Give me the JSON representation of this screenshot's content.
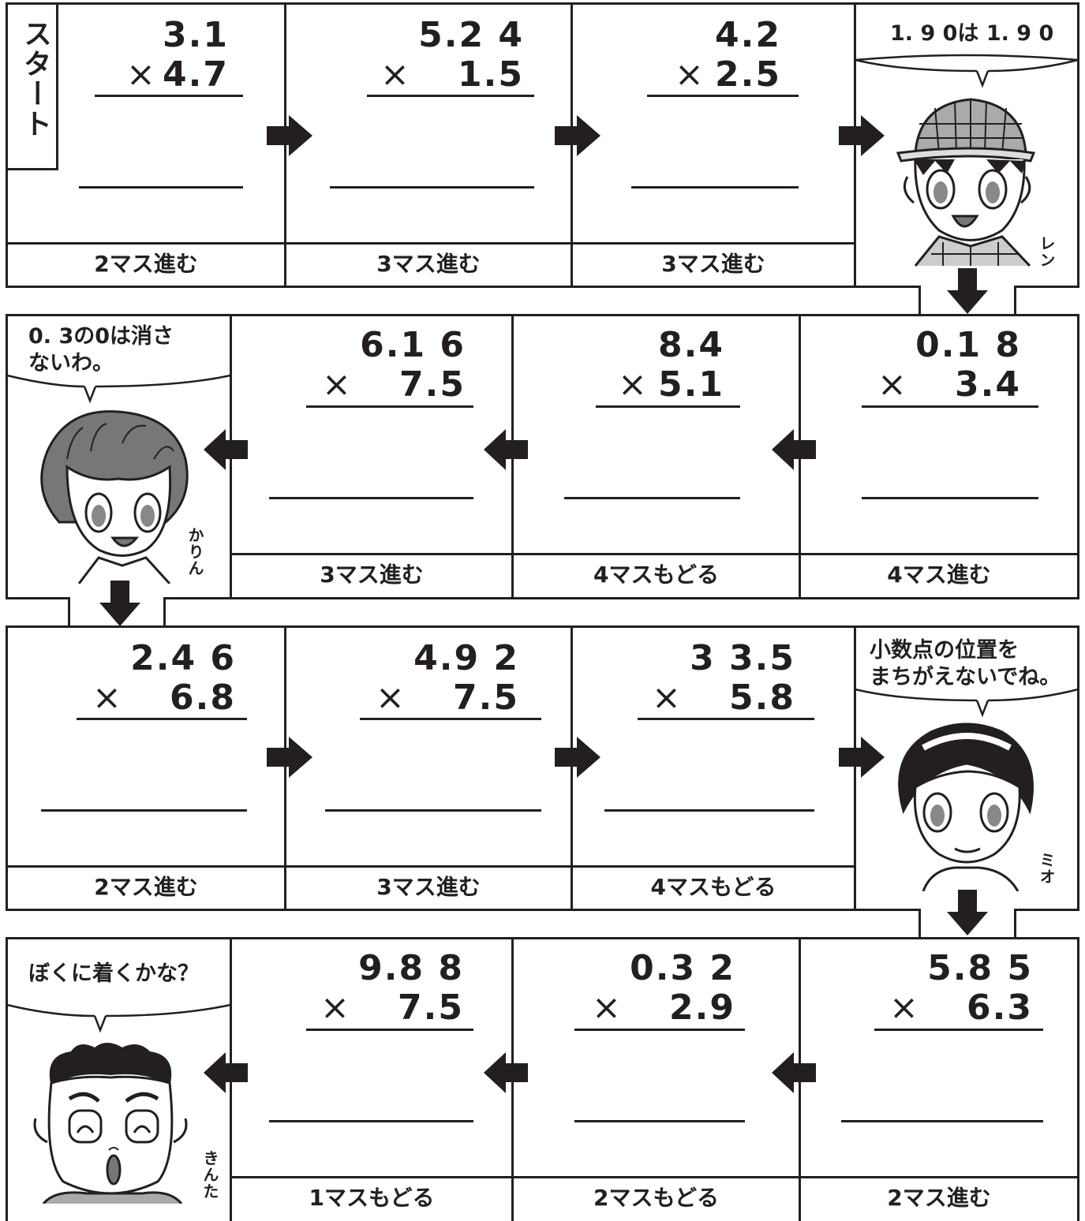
{
  "start_label": "スタート",
  "rows": [
    {
      "cells": [
        {
          "top": "3.1",
          "bottom": "4.7",
          "times": "×",
          "label": "2マス進む"
        },
        {
          "top": "5.2 4",
          "bottom": "1.5",
          "times": "×",
          "label": "3マス進む"
        },
        {
          "top": "4.2",
          "bottom": "2.5",
          "times": "×",
          "label": "3マス進む"
        }
      ],
      "character": {
        "speech": [
          "1. 9 0は 1. 9 0"
        ],
        "name": "レン"
      }
    },
    {
      "cells": [
        {
          "top": "6.1 6",
          "bottom": "7.5",
          "times": "×",
          "label": "3マス進む"
        },
        {
          "top": "8.4",
          "bottom": "5.1",
          "times": "×",
          "label": "4マスもどる"
        },
        {
          "top": "0.1 8",
          "bottom": "3.4",
          "times": "×",
          "label": "4マス進む"
        }
      ],
      "character": {
        "speech": [
          "0. 3の0は消さ",
          "ないわ。"
        ],
        "name": "かりん"
      }
    },
    {
      "cells": [
        {
          "top": "2.4 6",
          "bottom": "6.8",
          "times": "×",
          "label": "2マス進む"
        },
        {
          "top": "4.9 2",
          "bottom": "7.5",
          "times": "×",
          "label": "3マス進む"
        },
        {
          "top": "3 3.5",
          "bottom": "5.8",
          "times": "×",
          "label": "4マスもどる"
        }
      ],
      "character": {
        "speech": [
          "小数点の位置を",
          "まちがえないでね。"
        ],
        "name": "ミオ"
      }
    },
    {
      "cells": [
        {
          "top": "9.8 8",
          "bottom": "7.5",
          "times": "×",
          "label": "1マスもどる"
        },
        {
          "top": "0.3 2",
          "bottom": "2.9",
          "times": "×",
          "label": "2マスもどる"
        },
        {
          "top": "5.8 5",
          "bottom": "6.3",
          "times": "×",
          "label": "2マス進む"
        }
      ],
      "character": {
        "speech": [
          "ぼくに着くかな？"
        ],
        "name": "きんた"
      }
    }
  ]
}
